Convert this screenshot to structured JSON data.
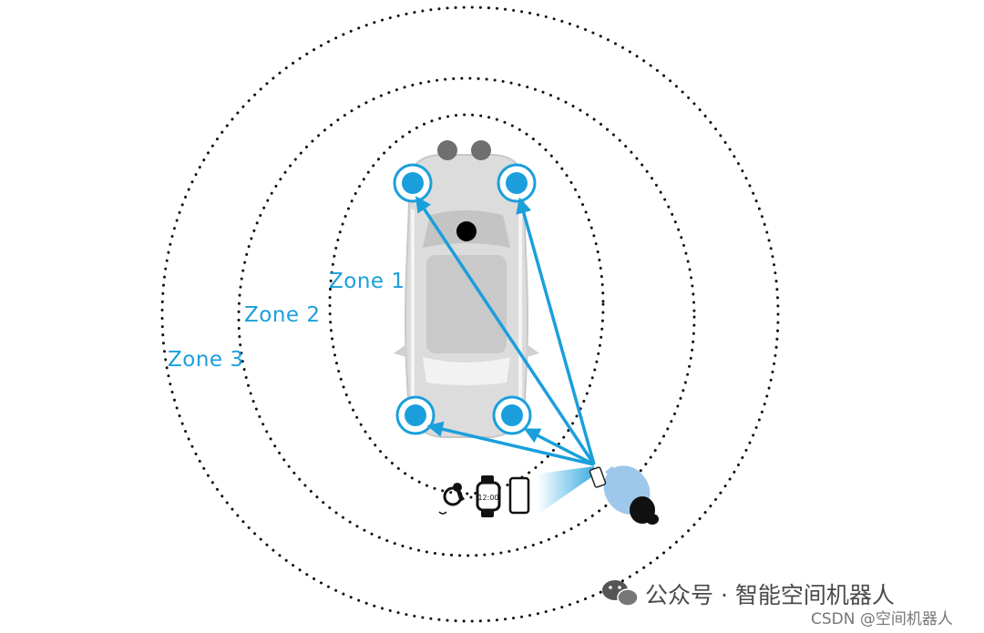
{
  "zones": [
    {
      "label": "Zone 1"
    },
    {
      "label": "Zone 2"
    },
    {
      "label": "Zone 3"
    }
  ],
  "devices": [
    "key-fob-icon",
    "smartwatch-icon",
    "smartphone-icon"
  ],
  "watch_display": "12:00",
  "colors": {
    "accent": "#1a9fdc",
    "car_body": "#d9d9d9",
    "ring": "#111111"
  },
  "watermark": {
    "main": "公众号 · 智能空间机器人",
    "sub": "CSDN @空间机器人"
  }
}
